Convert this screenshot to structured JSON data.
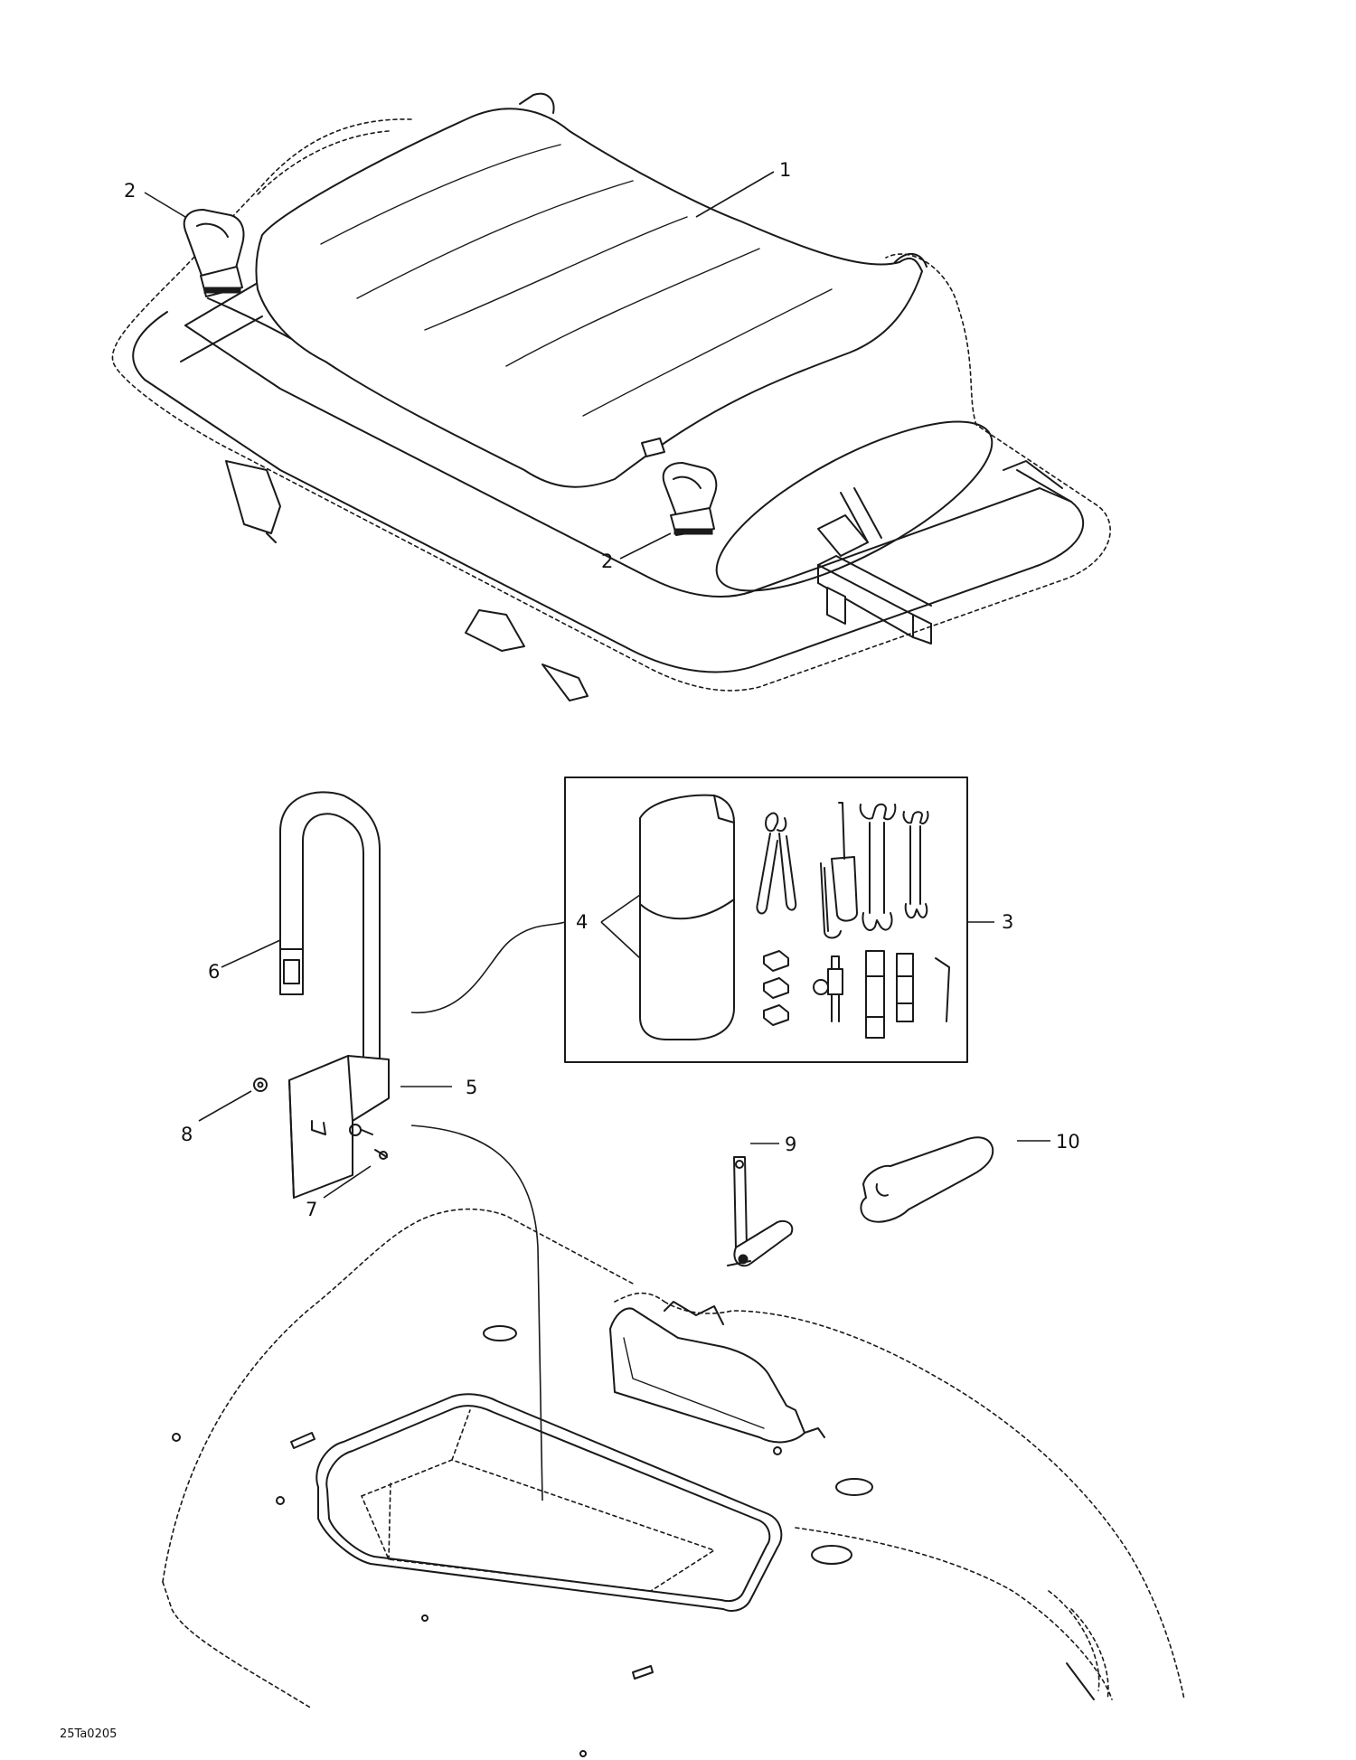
{
  "diagram": {
    "callouts": {
      "c1": "1",
      "c2a": "2",
      "c2b": "2",
      "c3": "3",
      "c4": "4",
      "c5": "5",
      "c6": "6",
      "c7": "7",
      "c8": "8",
      "c9": "9",
      "c10": "10"
    },
    "reference_code": "25Ta0205"
  }
}
